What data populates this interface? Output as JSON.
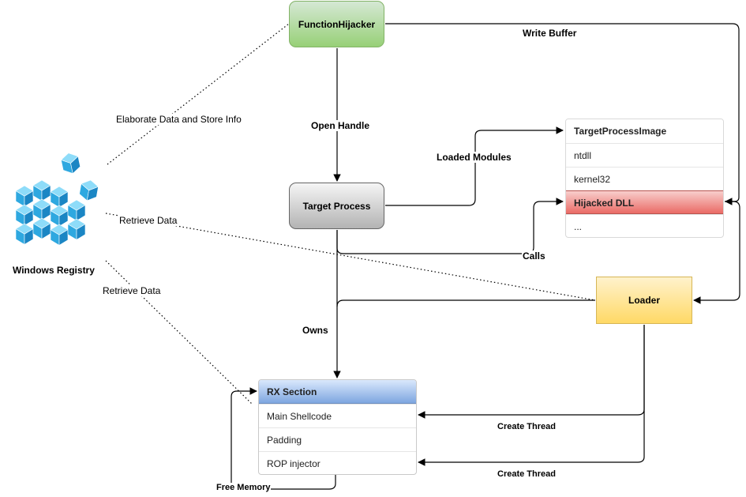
{
  "nodes": {
    "function_hijacker": "FunctionHijacker",
    "target_process": "Target Process",
    "loader": "Loader",
    "windows_registry": "Windows Registry"
  },
  "target_process_image": {
    "header": "TargetProcessImage",
    "rows": [
      "ntdll",
      "kernel32",
      "Hijacked DLL",
      "..."
    ]
  },
  "rx_section": {
    "header": "RX Section",
    "rows": [
      "Main Shellcode",
      "Padding",
      "ROP injector"
    ]
  },
  "edge_labels": {
    "write_buffer": "Write Buffer",
    "open_handle": "Open Handle",
    "loaded_modules": "Loaded Modules",
    "calls": "Calls",
    "owns": "Owns",
    "elaborate": "Elaborate Data and Store Info",
    "retrieve_data_1": "Retrieve Data",
    "retrieve_data_2": "Retrieve Data",
    "create_thread_1": "Create Thread",
    "create_thread_2": "Create Thread",
    "free_memory": "Free Memory"
  },
  "colors": {
    "function_hijacker": "#97d077",
    "target_process": "#b3b3b3",
    "loader": "#ffd966",
    "hijacked_dll": "#ea6b66",
    "rx_header": "#7ea6e0",
    "registry_icon": "#2ea8e0"
  }
}
